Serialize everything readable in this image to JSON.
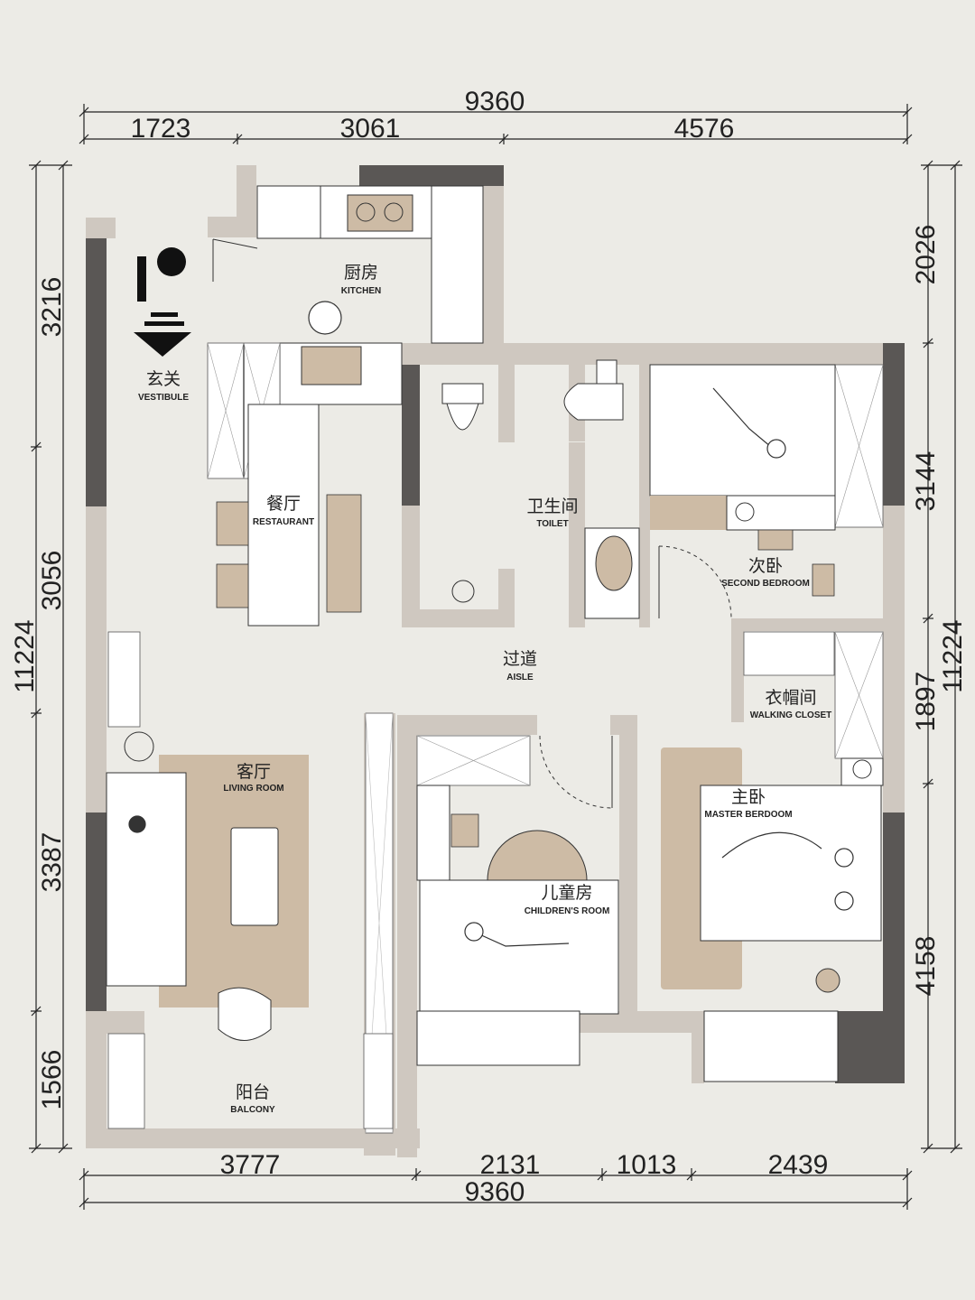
{
  "dimensions": {
    "top_total": "9360",
    "top_segments": [
      "1723",
      "3061",
      "4576"
    ],
    "bottom_total": "9360",
    "bottom_segments": [
      "3777",
      "2131",
      "1013",
      "2439"
    ],
    "left_total": "11224",
    "left_segments": [
      "3216",
      "3056",
      "3387",
      "1566"
    ],
    "right_total": "11224",
    "right_segments": [
      "2026",
      "3144",
      "1897",
      "4158"
    ]
  },
  "rooms": {
    "kitchen": {
      "zh": "厨房",
      "en": "KITCHEN"
    },
    "vestibule": {
      "zh": "玄关",
      "en": "VESTIBULE"
    },
    "restaurant": {
      "zh": "餐厅",
      "en": "RESTAURANT"
    },
    "toilet": {
      "zh": "卫生间",
      "en": "TOILET"
    },
    "second_bedroom": {
      "zh": "次卧",
      "en": "SECOND BEDROOM"
    },
    "aisle": {
      "zh": "过道",
      "en": "AISLE"
    },
    "walking_closet": {
      "zh": "衣帽间",
      "en": "WALKING CLOSET"
    },
    "living_room": {
      "zh": "客厅",
      "en": "LIVING ROOM"
    },
    "master_bedroom": {
      "zh": "主卧",
      "en": "MASTER BERDOOM"
    },
    "children_room": {
      "zh": "儿童房",
      "en": "CHILDREN'S ROOM"
    },
    "balcony": {
      "zh": "阳台",
      "en": "BALCONY"
    }
  },
  "colors": {
    "background": "#ecebe6",
    "wall_dark": "#5a5755",
    "wall_light": "#cfc8c0",
    "wood": "#cdbba5"
  },
  "icons": [
    "entry-arrow-icon",
    "stove-icon",
    "toilet-icon",
    "sink-icon",
    "plant-icon",
    "person-figure-icon"
  ]
}
